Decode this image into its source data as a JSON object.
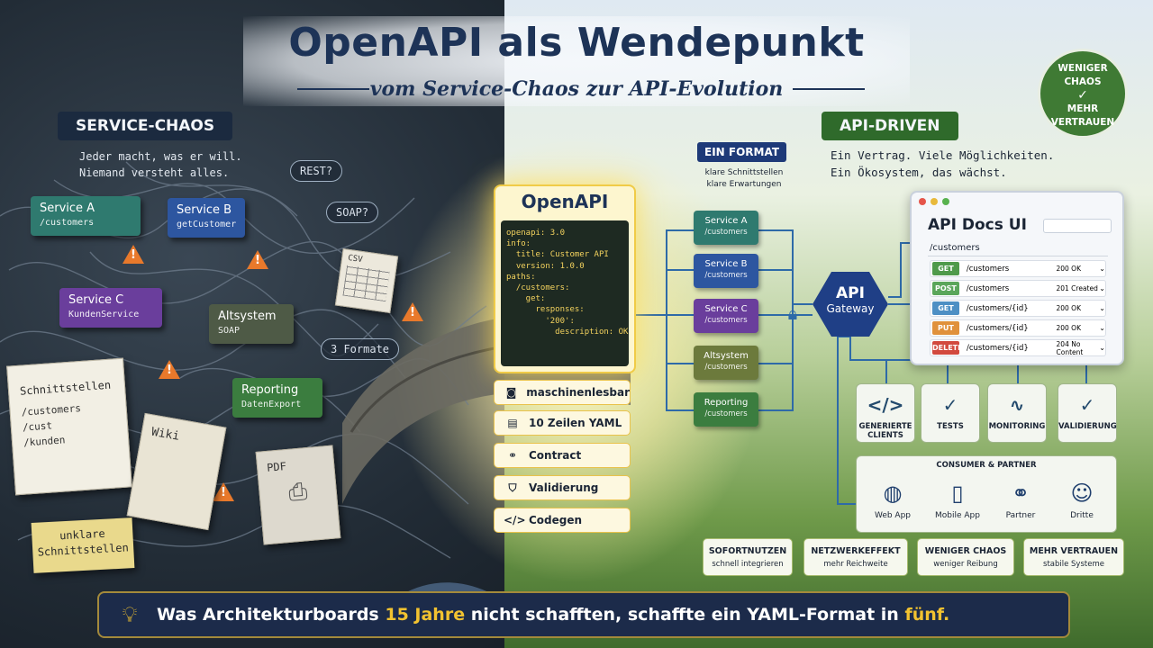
{
  "header": {
    "title": "OpenAPI als Wendepunkt",
    "subtitle": "vom Service-Chaos zur API-Evolution"
  },
  "badge": {
    "line1": "WENIGER",
    "line2": "CHAOS",
    "check": "✓",
    "line3": "MEHR",
    "line4": "VERTRAUEN"
  },
  "left": {
    "heading": "SERVICE-CHAOS",
    "tagline1": "Jeder macht, was er will.",
    "tagline2": "Niemand versteht alles.",
    "services": [
      {
        "name": "Service A",
        "detail": "/customers"
      },
      {
        "name": "Service B",
        "detail": "getCustomer"
      },
      {
        "name": "Service C",
        "detail": "KundenService"
      },
      {
        "name": "Altsystem",
        "detail": "SOAP"
      },
      {
        "name": "Reporting",
        "detail": "DatenExport"
      }
    ],
    "bubbles": [
      "REST?",
      "SOAP?",
      "3 Formate"
    ],
    "csv": "CSV",
    "notes": {
      "title": "Schnittstellen",
      "lines": [
        "/customers",
        "/cust",
        "/kunden"
      ],
      "wiki": "Wiki",
      "pdf": "PDF",
      "sticky1": "unklare",
      "sticky2": "Schnittstellen"
    }
  },
  "center": {
    "card_title": "OpenAPI",
    "code": "openapi: 3.0\ninfo:\n  title: Customer API\n  version: 1.0.0\npaths:\n  /customers:\n    get:\n      responses:\n        '200':\n          description: OK",
    "features": [
      {
        "icon": "robot-icon",
        "glyph": "◙",
        "label": "maschinenlesbar"
      },
      {
        "icon": "document-icon",
        "glyph": "▤",
        "label": "10 Zeilen YAML"
      },
      {
        "icon": "handshake-icon",
        "glyph": "⚭",
        "label": "Contract"
      },
      {
        "icon": "shield-check-icon",
        "glyph": "⛉",
        "label": "Validierung"
      },
      {
        "icon": "code-icon",
        "glyph": "</>",
        "label": "Codegen"
      }
    ]
  },
  "right": {
    "heading": "API-DRIVEN",
    "tagline1": "Ein Vertrag. Viele Möglichkeiten.",
    "tagline2": "Ein Ökosystem, das wächst.",
    "format_label": "EIN FORMAT",
    "format_sub1": "klare Schnittstellen",
    "format_sub2": "klare Erwartungen",
    "services": [
      {
        "name": "Service A",
        "detail": "/customers"
      },
      {
        "name": "Service B",
        "detail": "/customers"
      },
      {
        "name": "Service C",
        "detail": "/customers"
      },
      {
        "name": "Altsystem",
        "detail": "/customers"
      },
      {
        "name": "Reporting",
        "detail": "/customers"
      }
    ],
    "gateway1": "API",
    "gateway2": "Gateway",
    "docs": {
      "title": "API Docs UI",
      "path": "/customers",
      "endpoints": [
        {
          "verb": "GET",
          "color": "#4f9a4a",
          "path": "/customers",
          "status": "200 OK"
        },
        {
          "verb": "POST",
          "color": "#5aa65a",
          "path": "/customers",
          "status": "201 Created"
        },
        {
          "verb": "GET",
          "color": "#4d8fc4",
          "path": "/customers/{id}",
          "status": "200 OK"
        },
        {
          "verb": "PUT",
          "color": "#e0913b",
          "path": "/customers/{id}",
          "status": "200 OK"
        },
        {
          "verb": "DELETE",
          "color": "#d2493e",
          "path": "/customers/{id}",
          "status": "204 No Content"
        }
      ]
    },
    "tiles": [
      {
        "icon": "code-window-icon",
        "glyph": "</>",
        "label1": "GENERIERTE",
        "label2": "CLIENTS"
      },
      {
        "icon": "check-circle-icon",
        "glyph": "✓",
        "label1": "TESTS",
        "label2": ""
      },
      {
        "icon": "monitoring-icon",
        "glyph": "∿",
        "label1": "MONITORING",
        "label2": ""
      },
      {
        "icon": "shield-check-icon",
        "glyph": "✓",
        "label1": "VALIDIERUNG",
        "label2": ""
      }
    ],
    "consumer": {
      "title": "CONSUMER & PARTNER",
      "items": [
        {
          "icon": "globe-monitor-icon",
          "glyph": "◍",
          "label": "Web App"
        },
        {
          "icon": "mobile-icon",
          "glyph": "▯",
          "label": "Mobile App"
        },
        {
          "icon": "handshake-icon",
          "glyph": "⚭",
          "label": "Partner"
        },
        {
          "icon": "people-icon",
          "glyph": "☺",
          "label": "Dritte"
        }
      ]
    },
    "benefits": [
      {
        "title": "SOFORTNUTZEN",
        "sub": "schnell integrieren"
      },
      {
        "title": "NETZWERKEFFEKT",
        "sub": "mehr Reichweite"
      },
      {
        "title": "WENIGER CHAOS",
        "sub": "weniger Reibung"
      },
      {
        "title": "MEHR VERTRAUEN",
        "sub": "stabile Systeme"
      }
    ]
  },
  "bottom": {
    "part1": "Was Architekturboards ",
    "highlight1": "15 Jahre",
    "part2": " nicht schafften, schaffte ein YAML-Format in ",
    "highlight2": "fünf.",
    "highlight_color": "#f2c230"
  },
  "colors": {
    "navy": "#1d3357",
    "green": "#3f7a34",
    "gold": "#f2c230"
  }
}
